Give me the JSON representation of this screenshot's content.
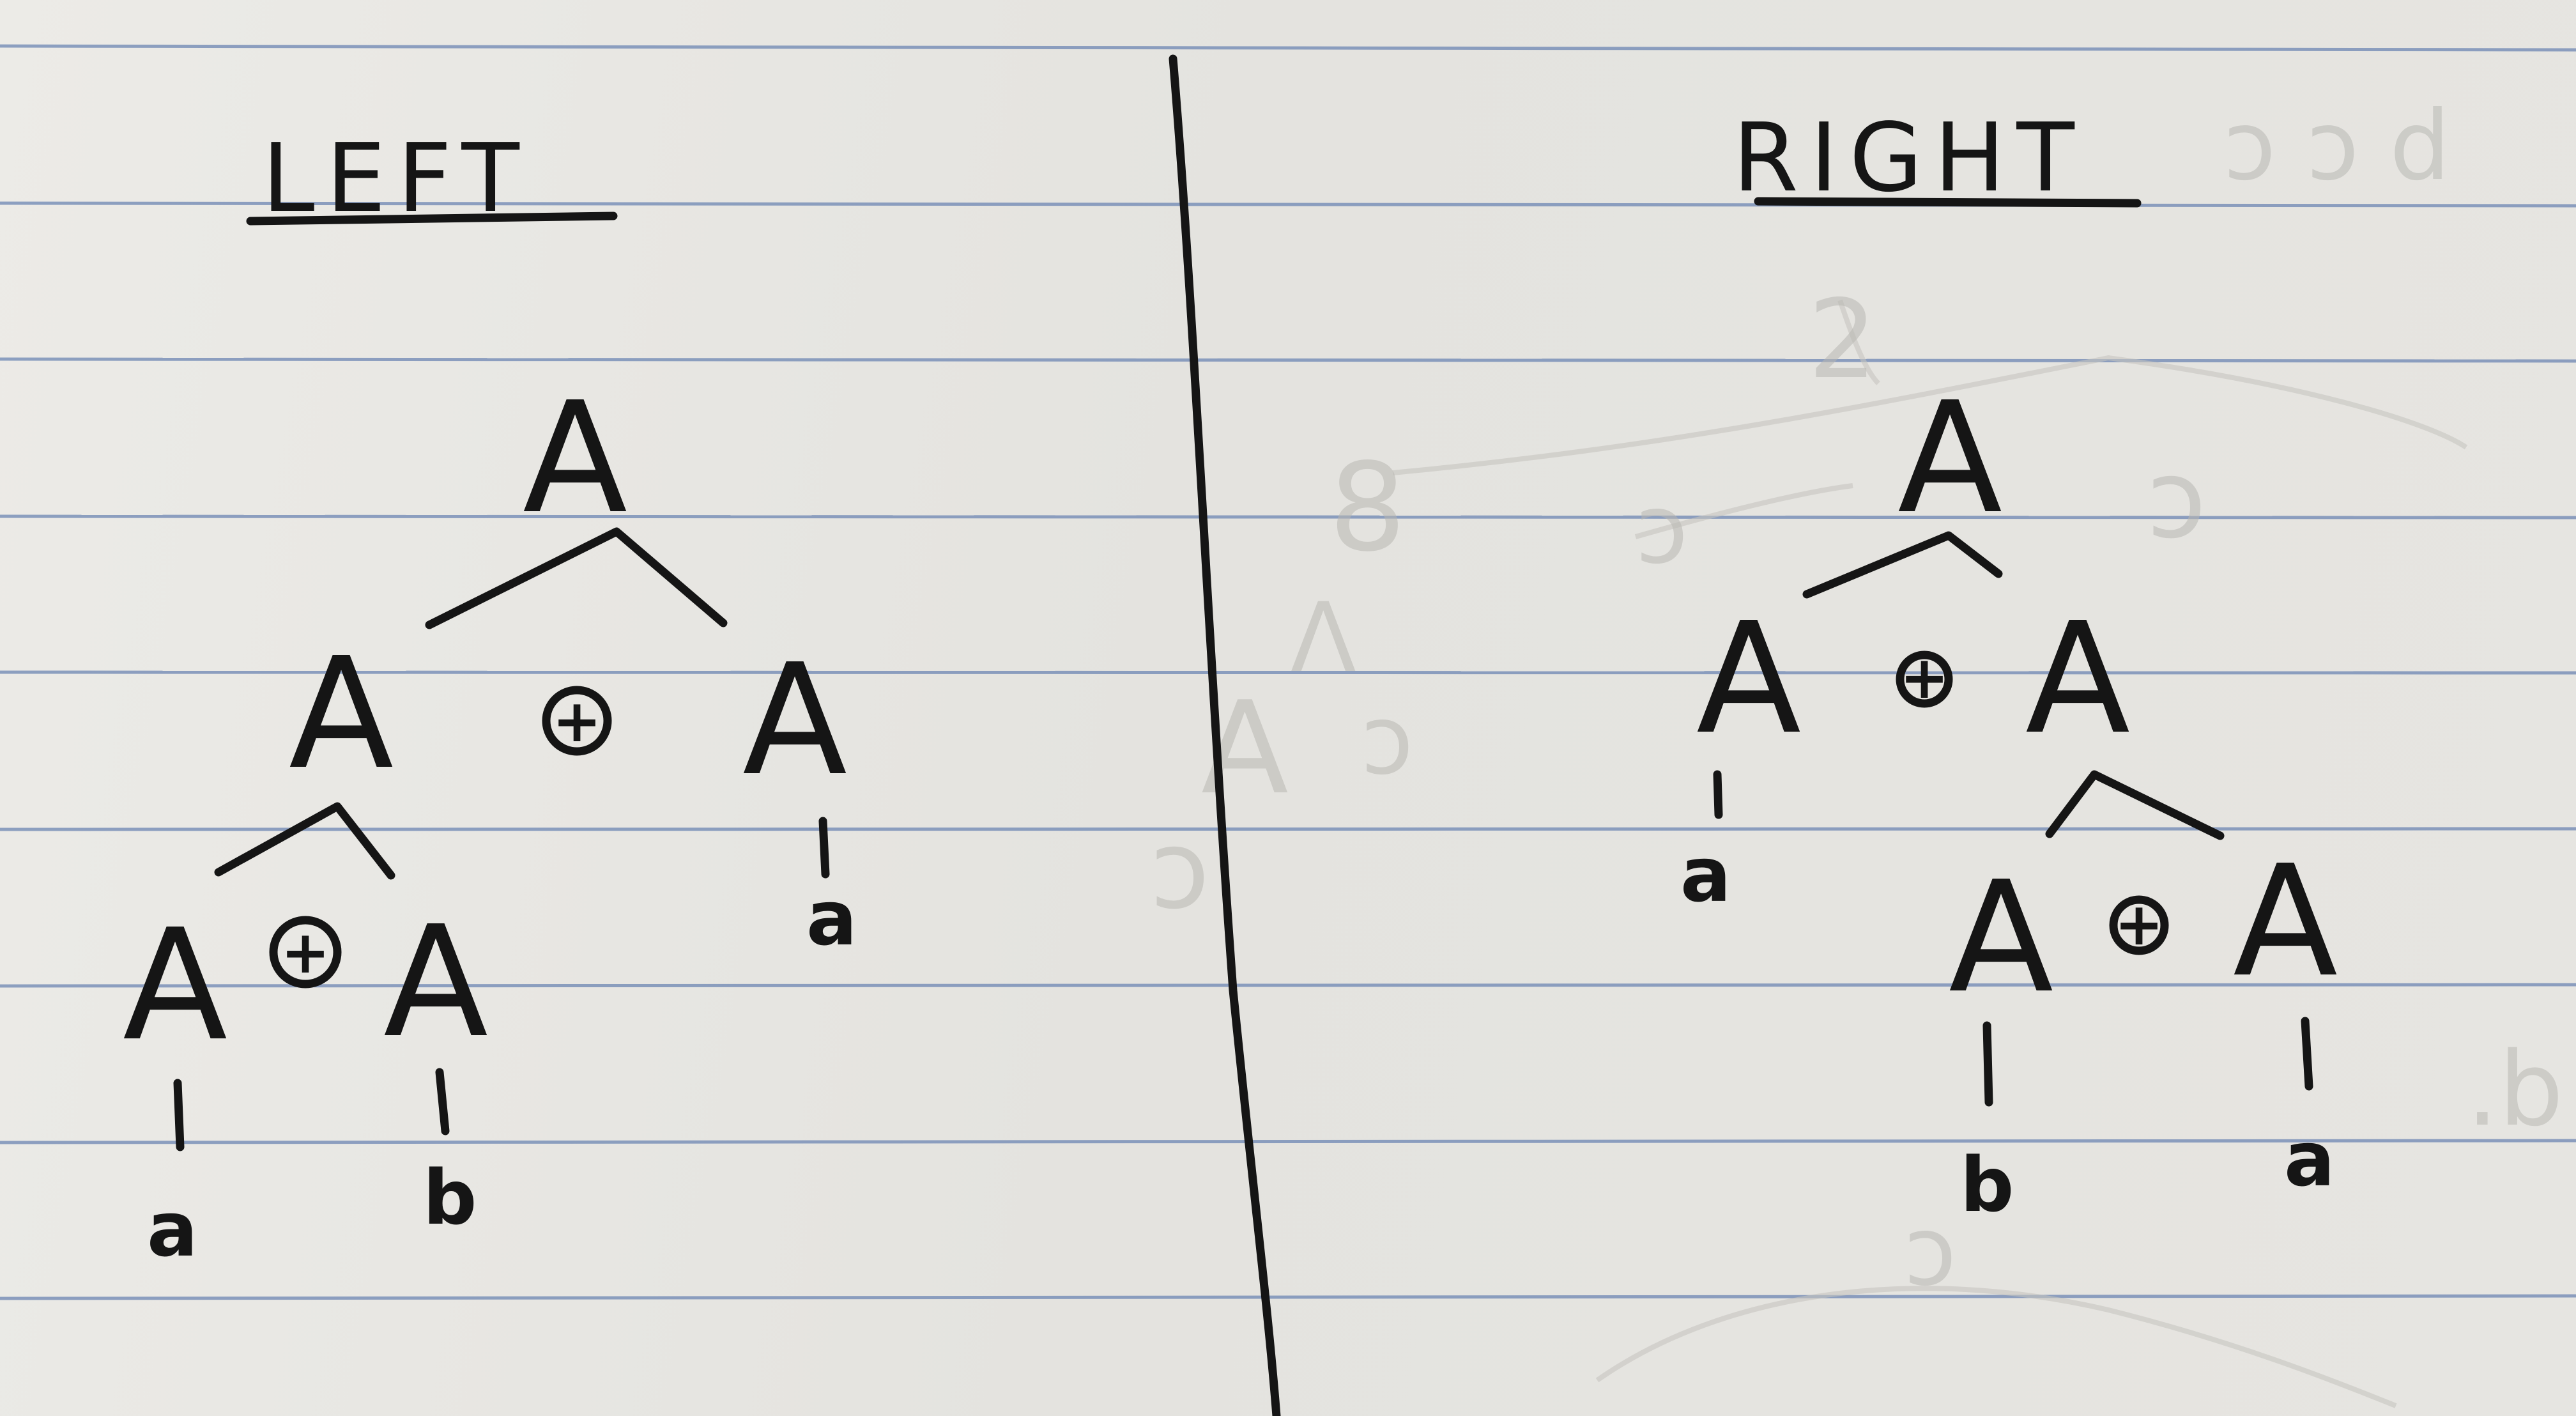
{
  "left_tree": {
    "heading": "LEFT",
    "root": "A",
    "level1_left": "A",
    "level1_op": "+",
    "level1_right": "A",
    "level1_right_leaf": "a",
    "level2_left": "A",
    "level2_op": "+",
    "level2_right": "A",
    "level2_left_leaf": "a",
    "level2_right_leaf": "b"
  },
  "right_tree": {
    "heading": "RIGHT",
    "root": "A",
    "level1_left": "A",
    "level1_op": "+",
    "level1_right": "A",
    "level1_left_leaf": "a",
    "level2_left": "A",
    "level2_op": "+",
    "level2_right": "A",
    "level2_left_leaf": "b",
    "level2_right_leaf": "a"
  },
  "colors": {
    "ink": "#151515",
    "paper": "#e8e6e1",
    "rule_line": "#6d86b3"
  }
}
